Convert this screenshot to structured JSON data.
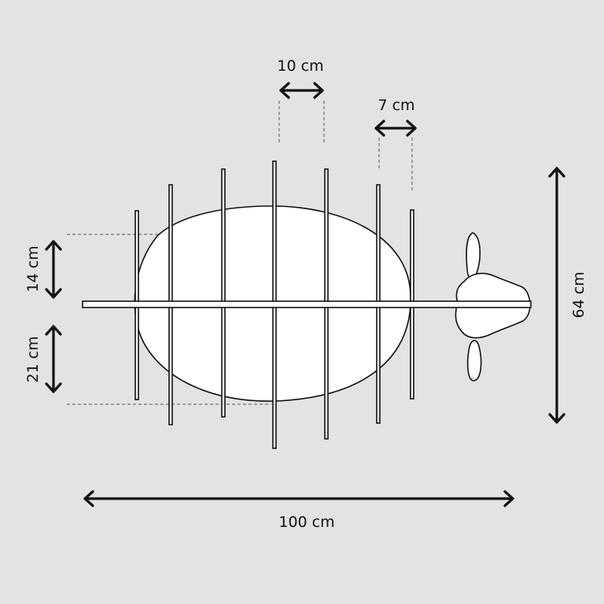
{
  "colors": {
    "background": "#e3e3e3",
    "line": "#111111",
    "fill": "#ffffff"
  },
  "dimensions": {
    "rod_spacing_center": "10 cm",
    "rod_spacing_right": "7 cm",
    "upper_offset": "14 cm",
    "lower_offset": "21 cm",
    "total_height": "64 cm",
    "total_length": "100 cm"
  },
  "icons": {
    "head": "sheep-head-icon",
    "arrows": "double-arrow-icon"
  }
}
